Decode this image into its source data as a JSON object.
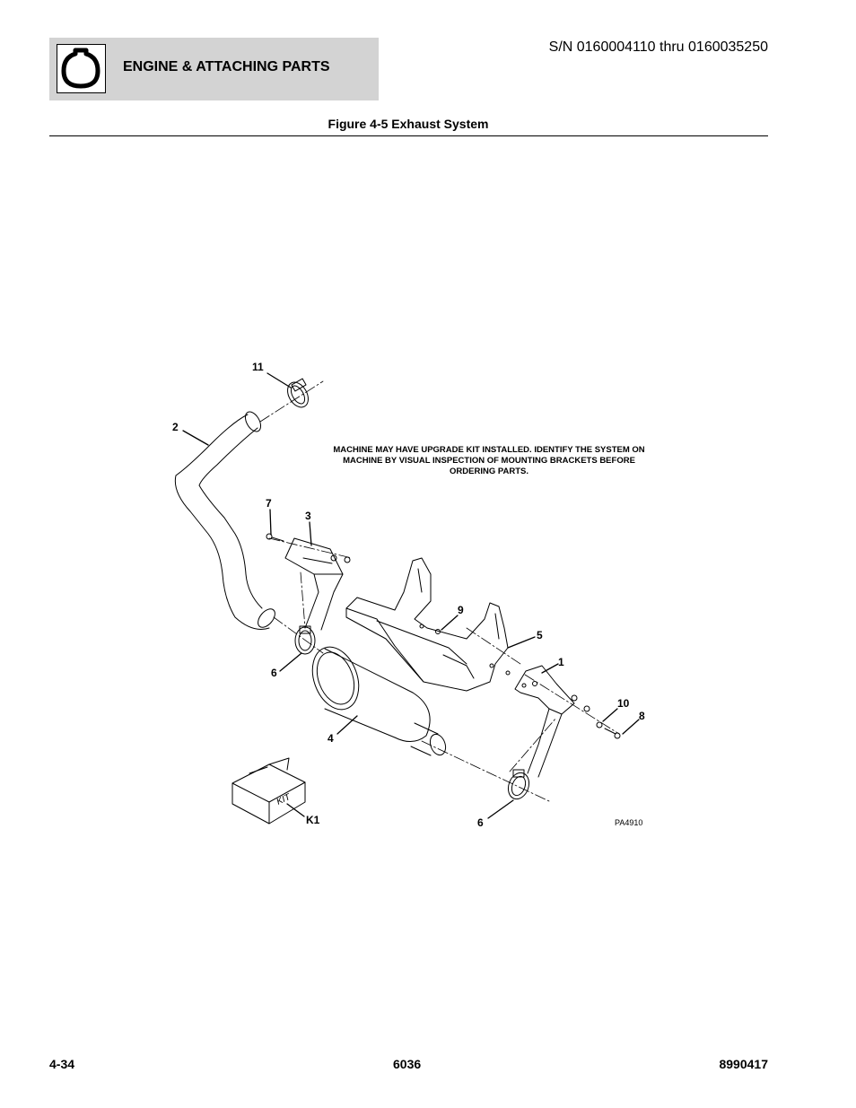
{
  "header": {
    "section_title": "ENGINE & ATTACHING PARTS",
    "serial_range": "S/N 0160004110 thru 0160035250",
    "icon": "engine-section-icon"
  },
  "figure": {
    "title": "Figure 4-5 Exhaust System",
    "note": "MACHINE MAY HAVE UPGRADE KIT INSTALLED. IDENTIFY THE SYSTEM ON MACHINE BY VISUAL INSPECTION OF MOUNTING BRACKETS BEFORE ORDERING PARTS.",
    "drawing_number": "PA4910",
    "kit_label": "KIT",
    "callouts": {
      "c1": "1",
      "c2": "2",
      "c3": "3",
      "c4": "4",
      "c5": "5",
      "c6a": "6",
      "c6b": "6",
      "c7": "7",
      "c8": "8",
      "c9": "9",
      "c10": "10",
      "c11": "11",
      "ck1": "K1"
    }
  },
  "footer": {
    "page_number": "4-34",
    "model": "6036",
    "part_number": "8990417"
  }
}
